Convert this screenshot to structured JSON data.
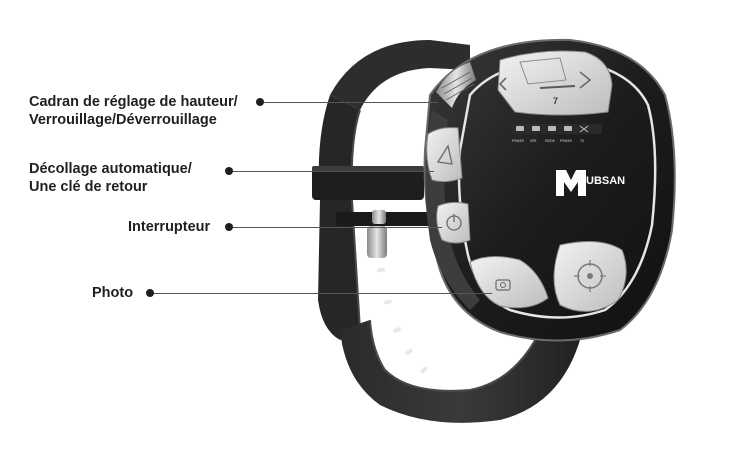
{
  "callouts": [
    {
      "lines": [
        "Cadran de réglage de hauteur/",
        "Verrouillage/Déverrouillage"
      ]
    },
    {
      "lines": [
        "Décollage automatique/",
        "Une clé de retour"
      ]
    },
    {
      "lines": [
        "Interrupteur"
      ]
    },
    {
      "lines": [
        "Photo"
      ]
    }
  ],
  "device": {
    "brand_logo": "UBSAN",
    "indicator_labels": [
      "POWER",
      "GPS",
      "MODE",
      "POWER",
      "TX"
    ],
    "keypad_digit": "7",
    "icons": [
      "altitude-dial-icon",
      "takeoff-return-icon",
      "power-switch-icon",
      "camera-icon",
      "target-icon"
    ]
  },
  "colors": {
    "text": "#1f1f1f",
    "strap": "#2b2b2b",
    "body": "#1c1c1c",
    "buttons": "#d9d9d9",
    "leader": "#555555"
  }
}
